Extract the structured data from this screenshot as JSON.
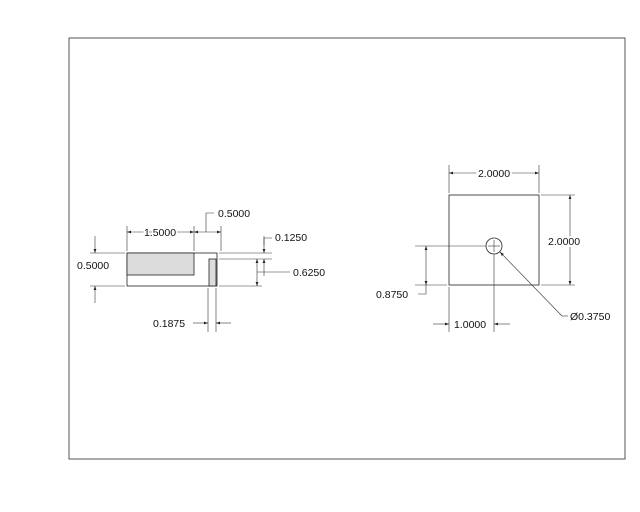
{
  "side_view": {
    "dim_length": "1.5000",
    "dim_gap": "0.5000",
    "dim_height": "0.5000",
    "dim_top": "0.1250",
    "dim_depth": "0.6250",
    "dim_slot": "0.1875"
  },
  "top_view": {
    "dim_width": "2.0000",
    "dim_height": "2.0000",
    "dim_hole_y": "0.8750",
    "dim_hole_x": "1.0000",
    "dim_diameter": "Ø0.3750"
  }
}
